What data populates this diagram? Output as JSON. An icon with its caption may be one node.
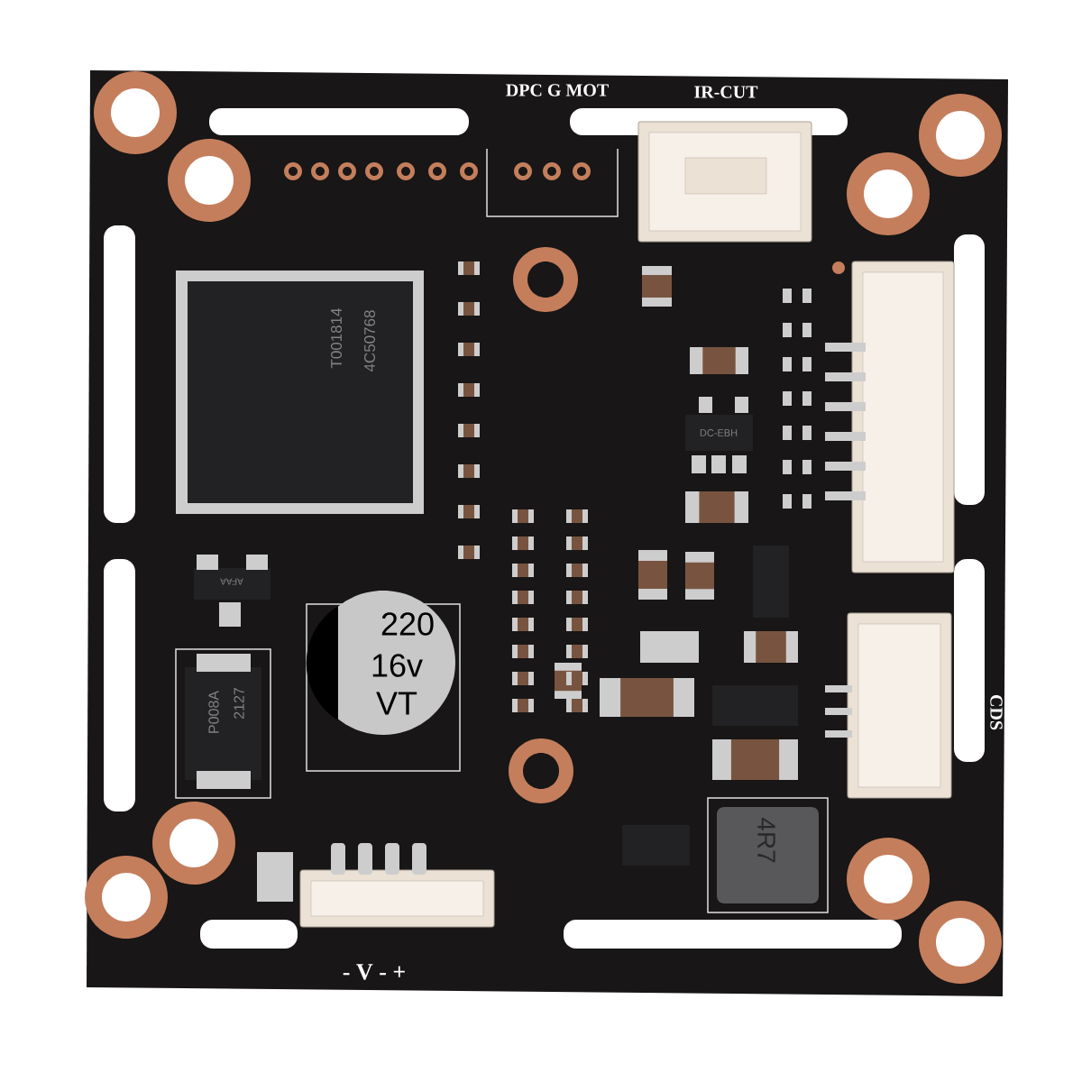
{
  "diagram": {
    "labels": [
      "DPC G MOT",
      "IR-CUT",
      "T001814",
      "4C50768",
      "DC-EBH",
      "AFAA",
      "220",
      "16v",
      "VT",
      "P008A",
      "2127",
      "CDS",
      "4R7",
      "- V - +"
    ]
  }
}
